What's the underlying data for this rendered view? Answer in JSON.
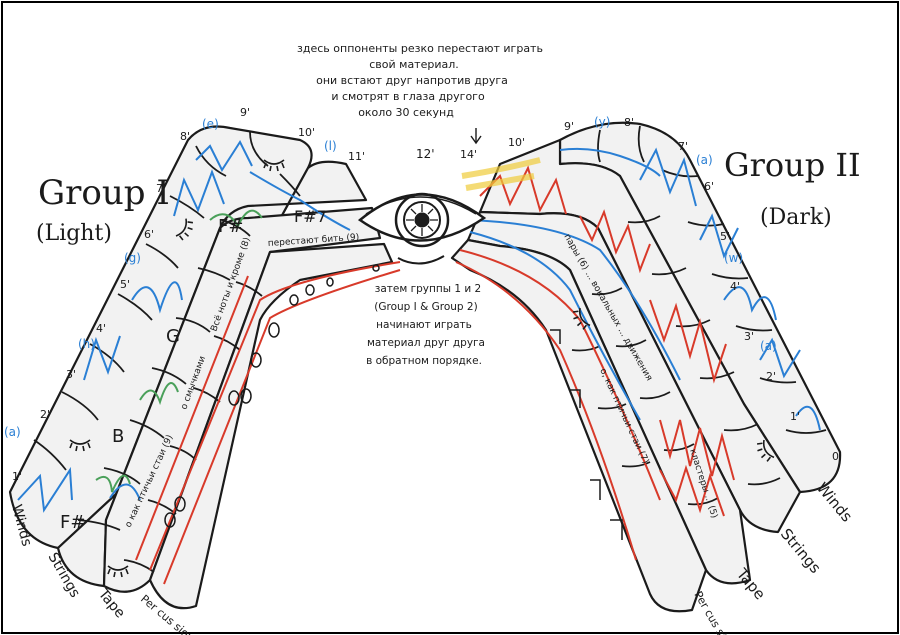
{
  "colors": {
    "ink": "#1b1b1b",
    "blue": "#2a7fd4",
    "red": "#d83a2a",
    "green": "#4aa05a",
    "yellow": "#f0cc3a",
    "band_fill": "#f2f2f2",
    "paper": "#ffffff"
  },
  "top_note": {
    "lines": [
      "здесь оппоненты резко перестают играть",
      "свой материал.",
      "они встают друг напротив друга",
      "и смотрят в глаза другого",
      "около 30 секунд"
    ]
  },
  "center_note": {
    "lines": [
      "затем группы 1 и 2",
      "(Group I & Group 2)",
      "начинают играть",
      "материал друг друга",
      "в обратном порядке."
    ]
  },
  "group_left": {
    "title": "Group I",
    "subtitle": "(Light)"
  },
  "group_right": {
    "title": "Group II",
    "subtitle": "(Dark)"
  },
  "left_bands": [
    "Winds",
    "Strings",
    "Tape",
    "Per cus sion"
  ],
  "right_bands": [
    "Winds",
    "Strings",
    "Tape",
    "Per cus sion"
  ],
  "timeline": {
    "center_label": "12'",
    "left_marks": [
      "1'",
      "2'",
      "3'",
      "4'",
      "5'",
      "6'",
      "7'",
      "8'",
      "9'",
      "10'",
      "11'"
    ],
    "right_marks": [
      "14'",
      "10'",
      "9'",
      "8'",
      "7'",
      "6'",
      "5'",
      "4'",
      "3'",
      "2'",
      "1'",
      "0'"
    ],
    "left_letters": [
      "(a)",
      "(h)",
      "(g)",
      "(e)",
      "(l)"
    ],
    "right_letters": [
      "(y)",
      "(a)",
      "(w)",
      "(a)"
    ]
  },
  "left_annotations": [
    "F#",
    "F#",
    "B",
    "G",
    "F#7",
    "Всё ноты и кроме (8)",
    "о смычками",
    "о как птичьи стаи (9)",
    "перестают бить (9)"
  ],
  "right_annotations": [
    "пары (6) ... вокальных ... движения",
    "о, как птичьи стаи (7)",
    "кластеры ... (5)"
  ],
  "icons": [
    "eye-icon",
    "closed-eye-icon",
    "arrow-down-icon"
  ]
}
